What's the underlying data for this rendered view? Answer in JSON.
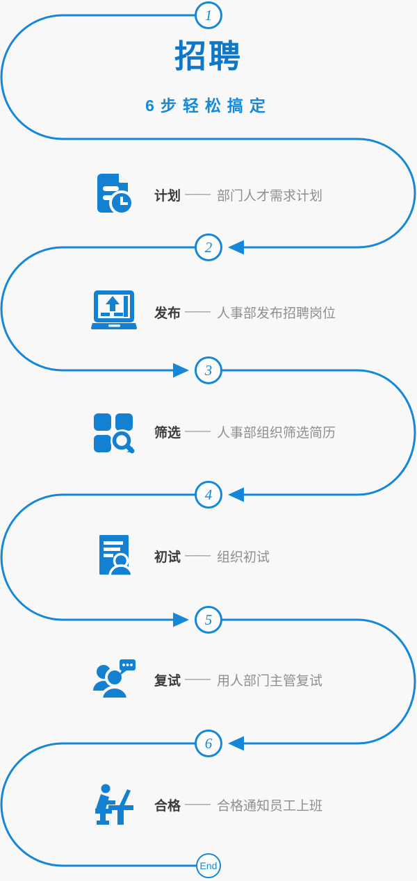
{
  "colors": {
    "accent_line": "#1587d8",
    "icon_blue": "#1380d2",
    "title_blue": "#0e77c8",
    "subtitle_blue": "#1489d9",
    "label_dark": "#3b3b3b",
    "desc_gray": "#8f8f8f",
    "background": "#f8f8f8"
  },
  "header": {
    "title": "招聘",
    "subtitle": "6步轻松搞定"
  },
  "nodes": [
    "1",
    "2",
    "3",
    "4",
    "5",
    "6",
    "End"
  ],
  "steps": [
    {
      "label": "计划",
      "dash": "——",
      "desc": "部门人才需求计划",
      "icon": "document-clock-icon"
    },
    {
      "label": "发布",
      "dash": "——",
      "desc": "人事部发布招聘岗位",
      "icon": "laptop-upload-icon"
    },
    {
      "label": "筛选",
      "dash": "——",
      "desc": "人事部组织筛选简历",
      "icon": "grid-search-icon"
    },
    {
      "label": "初试",
      "dash": "——",
      "desc": "组织初试",
      "icon": "resume-person-icon"
    },
    {
      "label": "复试",
      "dash": "——",
      "desc": "用人部门主管复试",
      "icon": "people-chat-icon"
    },
    {
      "label": "合格",
      "dash": "——",
      "desc": "合格通知员工上班",
      "icon": "person-desk-icon"
    }
  ]
}
